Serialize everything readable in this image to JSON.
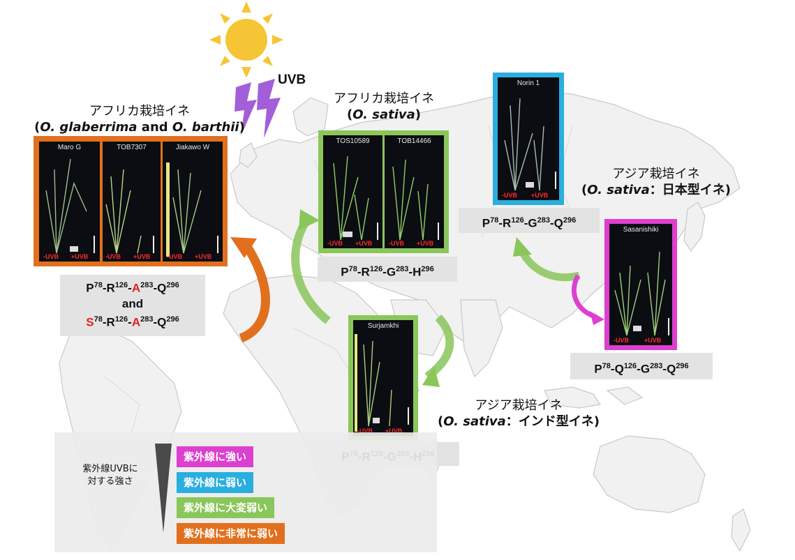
{
  "uvb": {
    "label": "UVB"
  },
  "colors": {
    "strong": "#dd3fd0",
    "weak": "#2aaee0",
    "very_weak": "#8ac65a",
    "extremely_weak": "#e1701e"
  },
  "groups": {
    "african_glaberrima": {
      "title_jp": "アフリカ栽培イネ",
      "sci_open": "(",
      "sci_species1": "O. glaberrima",
      "sci_and": " and ",
      "sci_species2": "O. barthii",
      "sci_close": ")",
      "photos": [
        {
          "cultivar": "Maro  G",
          "minus": "-UVB",
          "plus": "+UVB"
        },
        {
          "cultivar": "TOB7307",
          "minus": "-UVB",
          "plus": "+UVB"
        },
        {
          "cultivar": "Jiakawo  W",
          "minus": "-UVB",
          "plus": "+UVB"
        }
      ],
      "genotype_line1": {
        "p1": "P",
        "s1": "78",
        "p2": "-R",
        "s2": "126",
        "p3": "-",
        "red": "A",
        "s3": "283",
        "p4": "-Q",
        "s4": "296"
      },
      "genotype_and": "and",
      "genotype_line2": {
        "red": "S",
        "s1": "78",
        "p2": "-R",
        "s2": "126",
        "p3": "-",
        "red2": "A",
        "s3": "283",
        "p4": "-Q",
        "s4": "296"
      }
    },
    "african_sativa": {
      "title_jp": "アフリカ栽培イネ",
      "sci_open": "(",
      "sci_species": "O. sativa",
      "sci_close": ")",
      "photos": [
        {
          "cultivar": "TOS10589",
          "minus": "-UVB",
          "plus": "+UVB"
        },
        {
          "cultivar": "TOB14466",
          "minus": "-UVB",
          "plus": "+UVB"
        }
      ],
      "genotype": {
        "p1": "P",
        "s1": "78",
        "p2": "-R",
        "s2": "126",
        "p3": "-G",
        "s3": "283",
        "p4": "-H",
        "s4": "296"
      }
    },
    "asian_japonica": {
      "title_jp": "アジア栽培イネ",
      "sci_open": "(",
      "sci_species": "O. sativa",
      "sci_rest": "：日本型イネ)",
      "photo": {
        "cultivar": "Norin 1",
        "minus": "-UVB",
        "plus": "+UVB"
      },
      "genotype": {
        "p1": "P",
        "s1": "78",
        "p2": "-R",
        "s2": "126",
        "p3": "-G",
        "s3": "283",
        "p4": "-Q",
        "s4": "296"
      }
    },
    "asian_japonica_strong": {
      "photo": {
        "cultivar": "Sasanishiki",
        "minus": "-UVB",
        "plus": "+UVB"
      },
      "genotype": {
        "p1": "P",
        "s1": "78",
        "p2": "-Q",
        "s2": "126",
        "p3": "-G",
        "s3": "283",
        "p4": "-Q",
        "s4": "296"
      }
    },
    "asian_indica": {
      "title_jp": "アジア栽培イネ",
      "sci_open": "(",
      "sci_species": "O. sativa",
      "sci_rest": "：インド型イネ)",
      "photo": {
        "cultivar": "Surjamkhi",
        "minus": "-UVB",
        "plus": "+UVB"
      },
      "genotype": {
        "p1": "P",
        "s1": "78",
        "p2": "-R",
        "s2": "126",
        "p3": "-G",
        "s3": "283",
        "p4": "-H",
        "s4": "296"
      }
    }
  },
  "legend": {
    "axis_label_line1": "紫外線UVBに",
    "axis_label_line2": "対する強さ",
    "items": [
      {
        "label": "紫外線に強い",
        "color": "#dd3fd0"
      },
      {
        "label": "紫外線に弱い",
        "color": "#2aaee0"
      },
      {
        "label": "紫外線に大変弱い",
        "color": "#8ac65a"
      },
      {
        "label": "紫外線に非常に弱い",
        "color": "#e1701e"
      }
    ]
  }
}
